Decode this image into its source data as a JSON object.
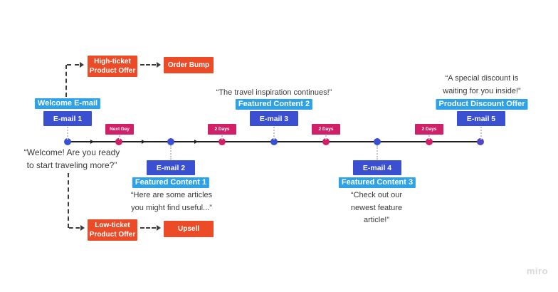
{
  "board": {
    "watermark": "miro"
  },
  "colors": {
    "email_box": "#3b4fd1",
    "tag_highlight": "#2ea2e9",
    "offer_box": "#eb4b26",
    "badge": "#d02069",
    "dot_blue": "#3b4fd1",
    "dot_pink": "#d02069",
    "dot_final": "#5148c1",
    "timeline_line": "#1f1f1f",
    "connector_dark": "#3c3c3c",
    "connector_dotted": "#c3c8cd",
    "quote_text": "#3a3a3a",
    "watermark_text": "#d9d9d9"
  },
  "left_quote": {
    "lines": [
      "“Welcome! Are you ready",
      "to start traveling more?”"
    ]
  },
  "branches": {
    "top": {
      "offer_lines": [
        "High-ticket",
        "Product Offer"
      ],
      "target": "Order Bump"
    },
    "bottom": {
      "offer_lines": [
        "Low-ticket",
        "Product Offer"
      ],
      "target": "Upsell"
    }
  },
  "intervals": [
    {
      "label": "Next Day"
    },
    {
      "label": "2 Days"
    },
    {
      "label": "2 Days"
    },
    {
      "label": "2 Days"
    }
  ],
  "emails": [
    {
      "tag": "Welcome E-mail",
      "box": "E-mail 1",
      "quote_lines": []
    },
    {
      "tag": "Featured Content 1",
      "box": "E-mail 2",
      "quote_lines": [
        "“Here are some articles",
        "you might find useful...”"
      ]
    },
    {
      "tag": "Featured Content 2",
      "box": "E-mail 3",
      "quote_lines": [
        "“The travel inspiration continues!”"
      ]
    },
    {
      "tag": "Featured Content 3",
      "box": "E-mail 4",
      "quote_lines": [
        "“Check out our",
        "newest feature",
        "article!”"
      ]
    },
    {
      "tag": "Product Discount Offer",
      "box": "E-mail 5",
      "quote_lines": [
        "“A special discount is",
        "waiting for you inside!”"
      ]
    }
  ]
}
